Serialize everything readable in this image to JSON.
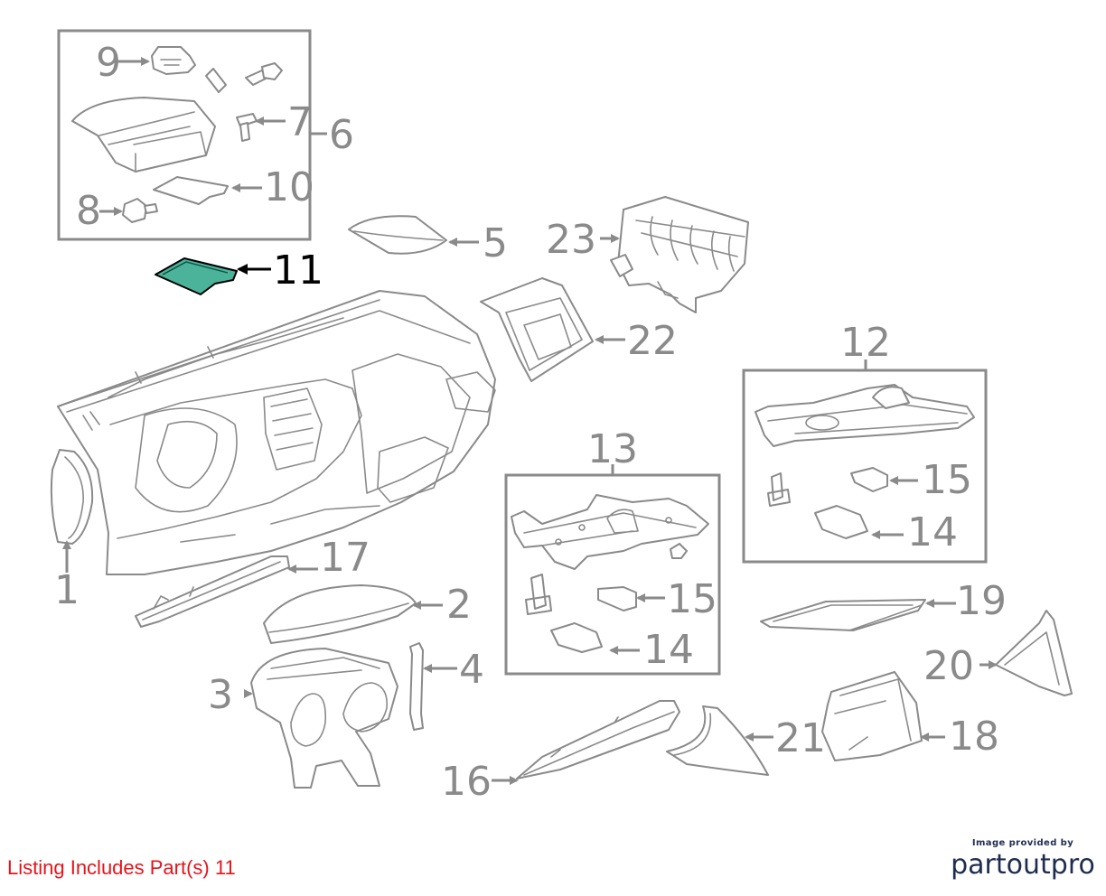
{
  "diagram": {
    "highlight_color": "#4bb39a",
    "callouts": [
      "1",
      "2",
      "3",
      "4",
      "5",
      "6",
      "7",
      "8",
      "9",
      "10",
      "11",
      "12",
      "13",
      "14",
      "15",
      "15",
      "14",
      "16",
      "17",
      "18",
      "19",
      "20",
      "21",
      "22",
      "23"
    ],
    "highlighted_callout": "11"
  },
  "footer": {
    "listing_note": "Listing Includes Part(s) 11",
    "listing_note_color": "#e5141a",
    "provider_caption": "Image provided by",
    "provider_logo": "partoutpro"
  }
}
